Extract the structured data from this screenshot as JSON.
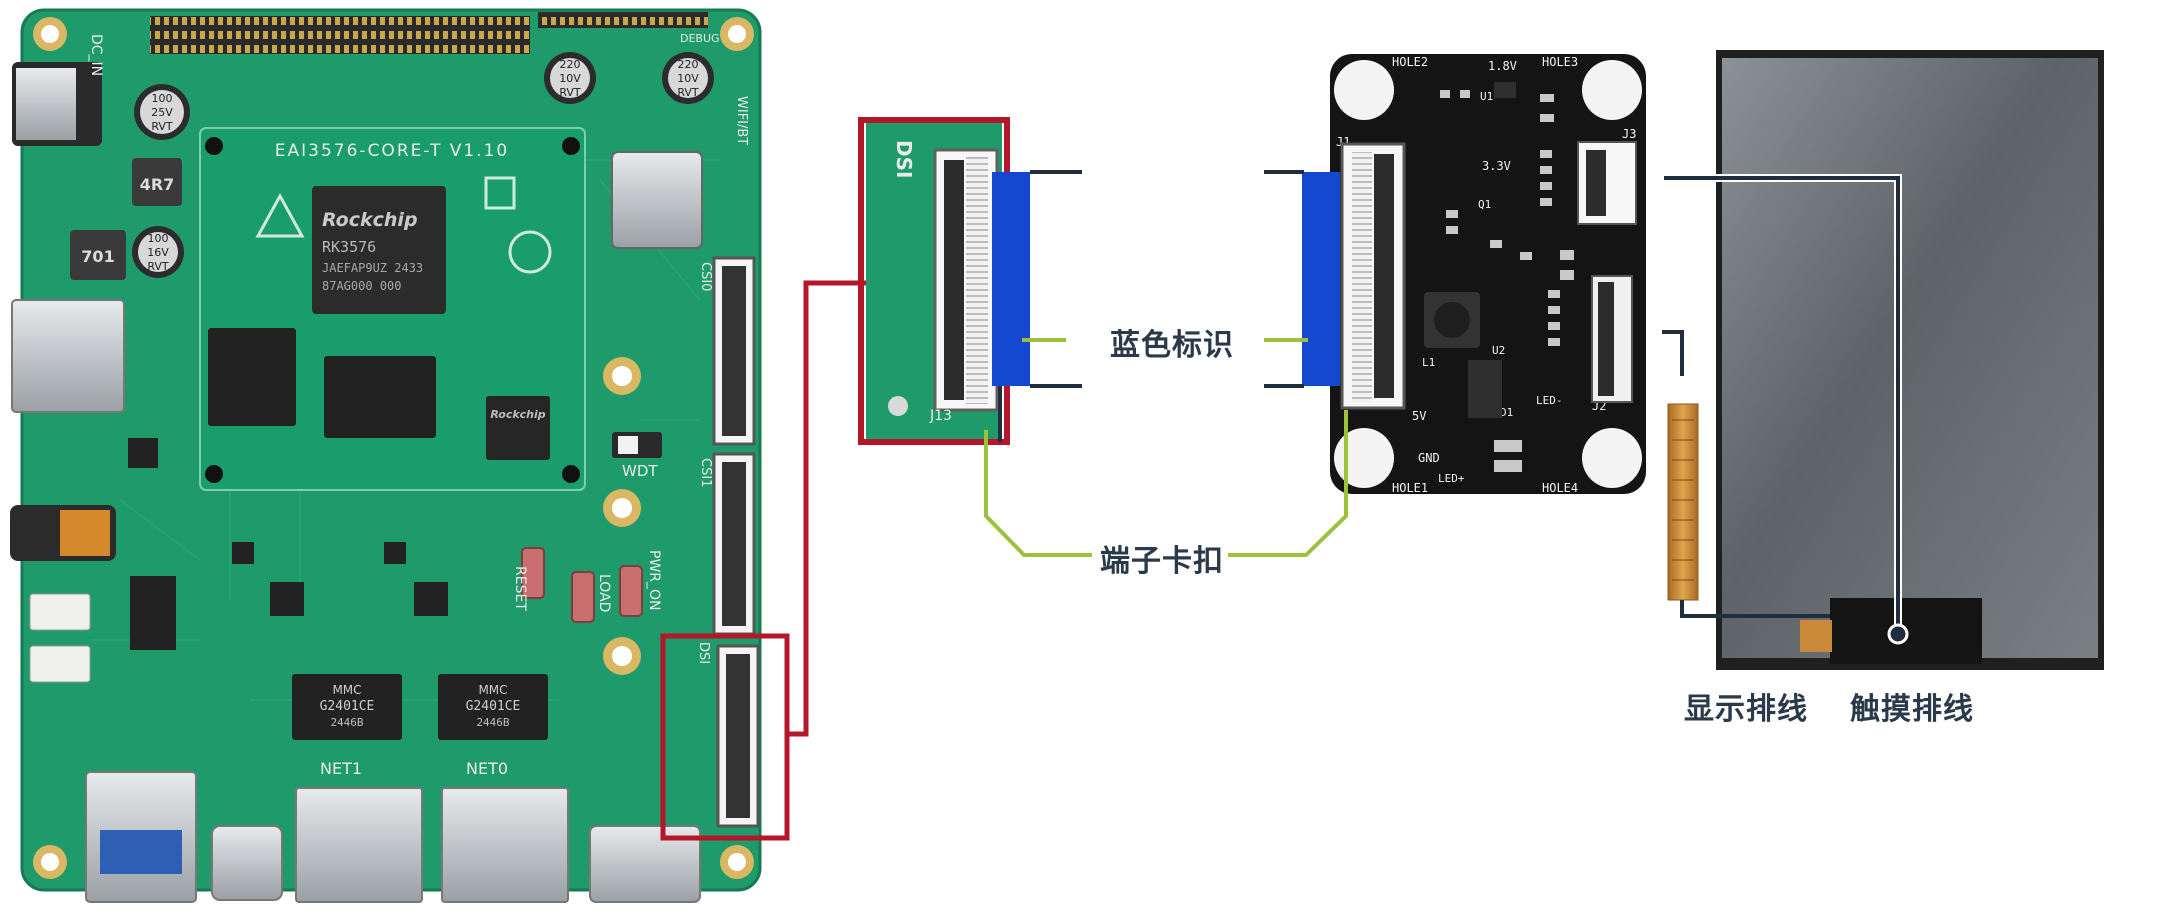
{
  "labels": {
    "blue_marker": "蓝色标识",
    "connector_latch": "端子卡扣",
    "display_cable": "显示排线",
    "touch_cable": "触摸排线"
  },
  "main_board": {
    "model": "EAI3576-CORE-T V1.10",
    "soc_brand": "Rockchip",
    "soc_model": "RK3576",
    "soc_lot": "JAEFAP9UZ 2433",
    "soc_code": "87AG000 000",
    "pmic_brand": "Rockchip",
    "dc_in": "DC_IN",
    "debug": "DEBUG",
    "wifi_bt": "WIFI/BT",
    "csi0": "CSI0",
    "csi1": "CSI1",
    "dsi": "DSI",
    "wdt": "WDT",
    "reset": "RESET",
    "load": "LOAD",
    "pwr_on": "PWR_ON",
    "net1": "NET1",
    "net0": "NET0",
    "cap1_top": "100",
    "cap1_mid": "25V",
    "cap1_bot": "RVT",
    "cap2_top": "220",
    "cap2_mid": "10V",
    "cap2_bot": "RVT",
    "cap3_top": "100",
    "cap3_mid": "16V",
    "cap3_bot": "RVT",
    "inductor1": "4R7",
    "inductor2": "701",
    "trafo_brand": "MMC",
    "trafo_model": "G2401CE",
    "trafo_code": "2446B"
  },
  "zoom_connector": {
    "title": "DSI",
    "ref": "J13"
  },
  "adapter_board": {
    "hole1": "HOLE1",
    "hole2": "HOLE2",
    "hole3": "HOLE3",
    "hole4": "HOLE4",
    "v18": "1.8V",
    "v33": "3.3V",
    "v5": "5V",
    "gnd": "GND",
    "led_plus": "LED+",
    "led_minus": "LED-",
    "j1": "J1",
    "j2": "J2",
    "j3": "J3",
    "l1": "L1",
    "u1": "U1",
    "u2": "U2",
    "d1": "D1",
    "q1": "Q1"
  },
  "colors": {
    "highlight_red": "#b5172a",
    "callout_green": "#9cc13a",
    "leader_navy": "#1f2d3d",
    "marker_blue": "#1548d0",
    "pcb_green": "#1f9a6a",
    "pcb_black": "#141414",
    "panel_gray": "#6e7377",
    "flex_orange": "#c98a3a"
  }
}
